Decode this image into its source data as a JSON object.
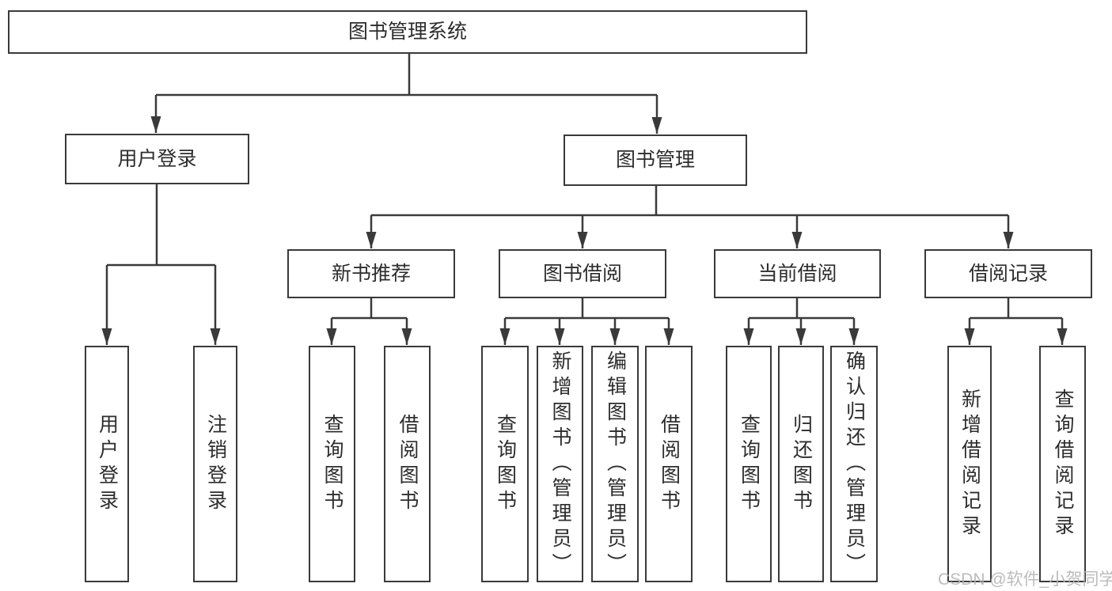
{
  "diagram_type": "hierarchy-tree",
  "colors": {
    "background": "#ffffff",
    "line": "#3a3a3a",
    "box_border": "#3a3a3a",
    "text": "#2d2d2d",
    "watermark": "#b5b5b5"
  },
  "tree": {
    "label": "图书管理系统",
    "children": [
      {
        "label": "用户登录",
        "children": [
          {
            "label": "用户登录"
          },
          {
            "label": "注销登录"
          }
        ]
      },
      {
        "label": "图书管理",
        "children": [
          {
            "label": "新书推荐",
            "children": [
              {
                "label": "查询图书"
              },
              {
                "label": "借阅图书"
              }
            ]
          },
          {
            "label": "图书借阅",
            "children": [
              {
                "label": "查询图书"
              },
              {
                "label": "新增图书（管理员）"
              },
              {
                "label": "编辑图书（管理员）"
              },
              {
                "label": "借阅图书"
              }
            ]
          },
          {
            "label": "当前借阅",
            "children": [
              {
                "label": "查询图书"
              },
              {
                "label": "归还图书"
              },
              {
                "label": "确认归还（管理员）"
              }
            ]
          },
          {
            "label": "借阅记录",
            "children": [
              {
                "label": "新增借阅记录"
              },
              {
                "label": "查询借阅记录"
              }
            ]
          }
        ]
      }
    ]
  },
  "watermark": {
    "text": "CSDN @软件_小贺同学"
  }
}
